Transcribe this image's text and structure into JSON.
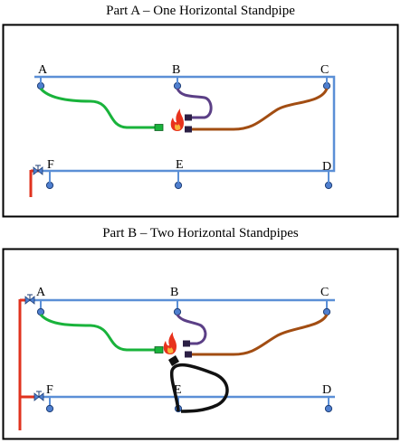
{
  "part_a": {
    "title": "Part A – One Horizontal Standpipe",
    "labels": {
      "a": "A",
      "b": "B",
      "c": "C",
      "d": "D",
      "e": "E",
      "f": "F"
    }
  },
  "part_b": {
    "title": "Part B – Two Horizontal Standpipes",
    "labels": {
      "a": "A",
      "b": "B",
      "c": "C",
      "d": "D",
      "e": "E",
      "f": "F"
    }
  },
  "colors": {
    "standpipe": "#5b8fd6",
    "outlet": "#4f7fcf",
    "supply_riser": "#e0321e",
    "hose_a": "#19b33b",
    "hose_b": "#5b3f86",
    "hose_c": "#a24d12",
    "hose_e": "#111111",
    "fire": "#e8321c"
  }
}
